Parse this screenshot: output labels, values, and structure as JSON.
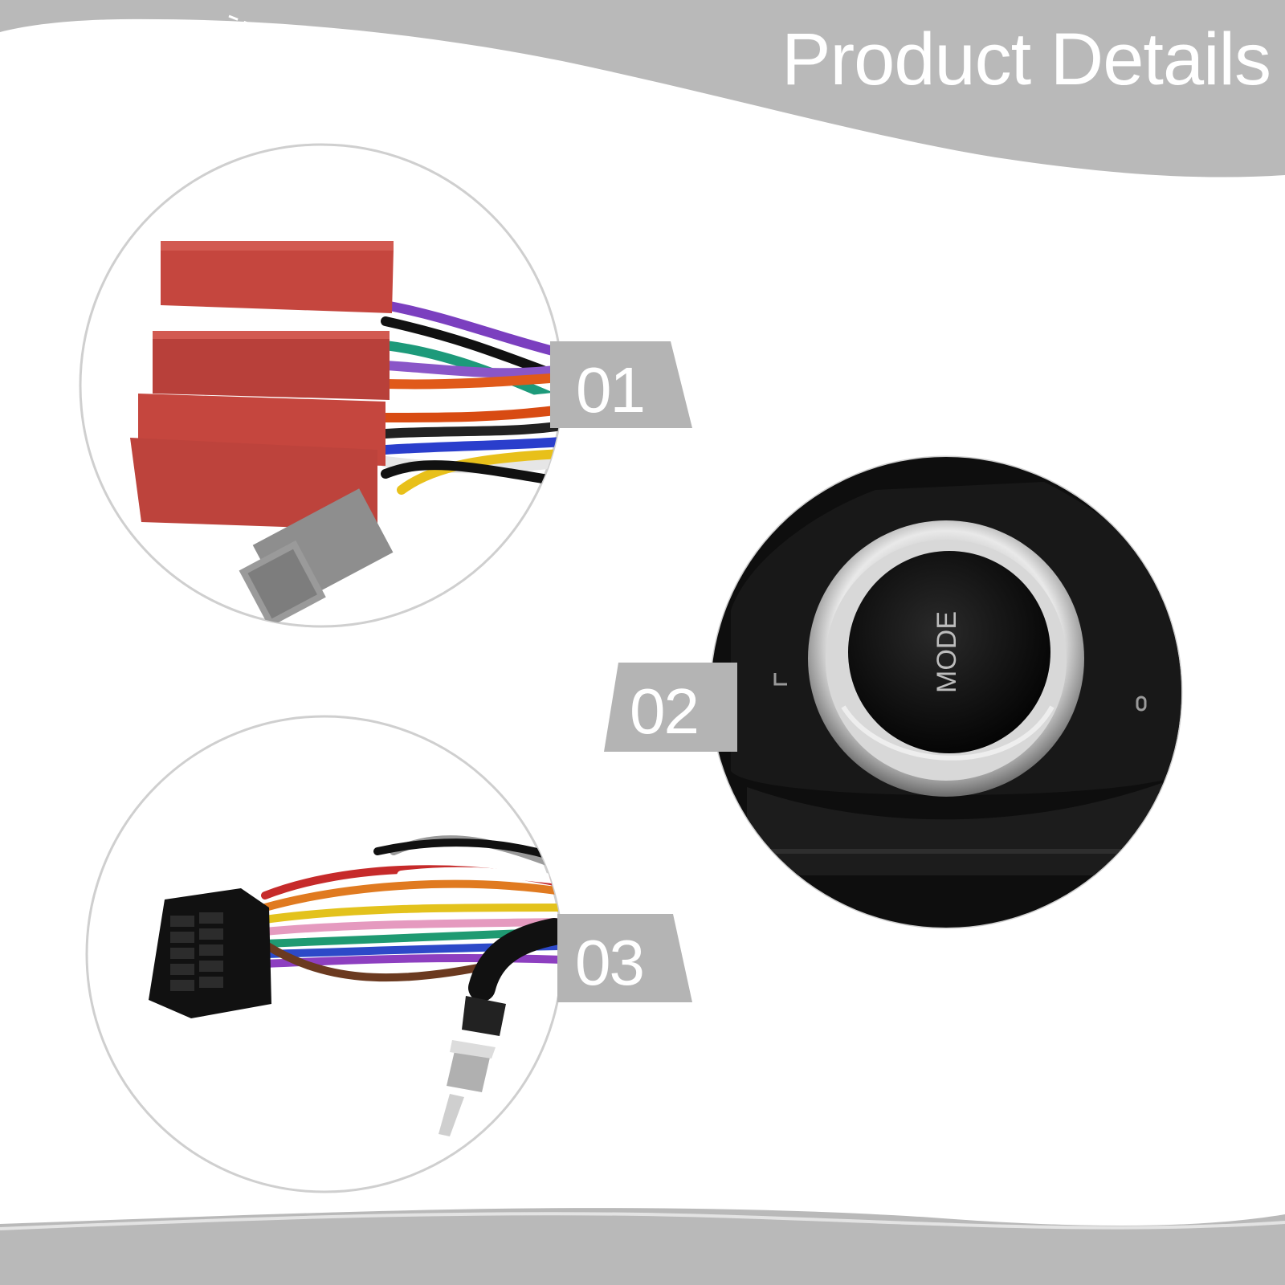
{
  "header": {
    "title": "Product Details",
    "band_color": "#b9b9b9"
  },
  "details": [
    {
      "badge": "01",
      "subject": "red connector with colored wires"
    },
    {
      "badge": "02",
      "subject": "control knob",
      "knob_label": "MODE"
    },
    {
      "badge": "03",
      "subject": "black connector with wires and antenna plug"
    }
  ],
  "colors": {
    "badge": "#b4b4b4",
    "circle_border": "#cfcfcf",
    "connector_red": "#c5463e",
    "connector_gray": "#8c8c8c",
    "panel_black": "#111111",
    "chrome": "#c9c9c9"
  }
}
